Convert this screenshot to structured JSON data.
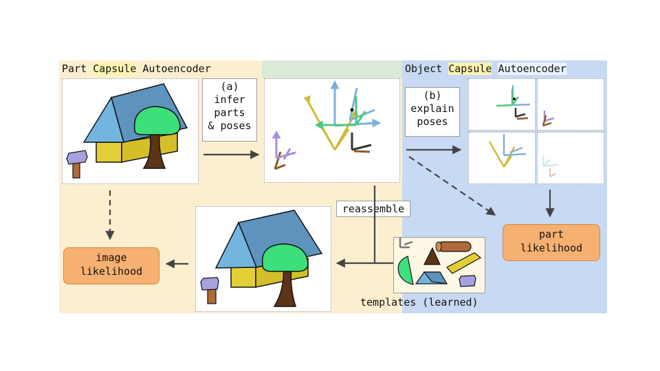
{
  "titles": {
    "part_capsule": [
      "Part",
      "Capsule",
      "Autoencoder"
    ],
    "object_capsule": [
      "Object",
      "Capsule",
      "Autoencoder"
    ]
  },
  "boxes": {
    "infer_parts": "(a)\ninfer\nparts\n& poses",
    "explain_poses": "(b)\nexplain\nposes",
    "reassemble": "reassemble",
    "image_likelihood": "image\nlikelihood",
    "part_likelihood": "part\nlikelihood",
    "templates": "templates (learned)"
  },
  "colors": {
    "roof": "#6fa3c9",
    "wall": "#e3cf35",
    "tree_top": "#3ddf7b",
    "trunk": "#5c3418",
    "hammer_head": "#a7a1e0",
    "hammer_handle": "#b06a3a",
    "arrow_green": "#4cc97e",
    "arrow_blue": "#7fb0d8",
    "arrow_yellow": "#cdbb3c",
    "arrow_brown": "#8b5a2b",
    "arrow_purple": "#a98de0",
    "arrow_dark": "#444444"
  }
}
